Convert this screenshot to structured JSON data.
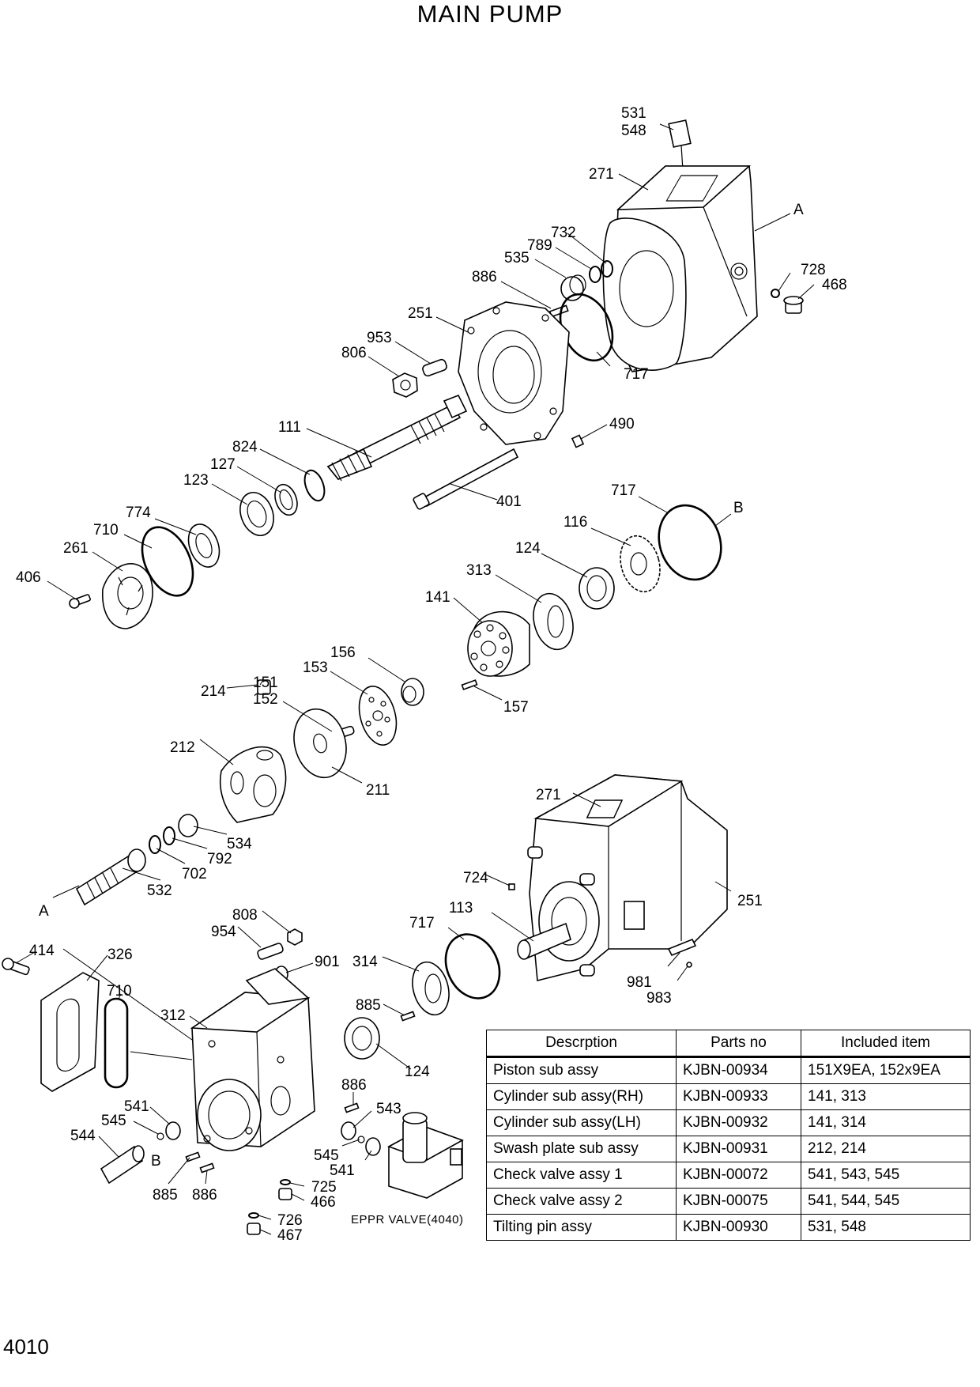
{
  "title": "MAIN PUMP",
  "page_number": "4010",
  "diagram": {
    "callouts": [
      {
        "id": "531",
        "text": "531"
      },
      {
        "id": "548",
        "text": "548"
      },
      {
        "id": "271a",
        "text": "271"
      },
      {
        "id": "Aa",
        "text": "A"
      },
      {
        "id": "732",
        "text": "732"
      },
      {
        "id": "789",
        "text": "789"
      },
      {
        "id": "535",
        "text": "535"
      },
      {
        "id": "728",
        "text": "728"
      },
      {
        "id": "468",
        "text": "468"
      },
      {
        "id": "886a",
        "text": "886"
      },
      {
        "id": "251a",
        "text": "251"
      },
      {
        "id": "953",
        "text": "953"
      },
      {
        "id": "806",
        "text": "806"
      },
      {
        "id": "717a",
        "text": "717"
      },
      {
        "id": "111",
        "text": "111"
      },
      {
        "id": "490",
        "text": "490"
      },
      {
        "id": "824",
        "text": "824"
      },
      {
        "id": "127",
        "text": "127"
      },
      {
        "id": "123",
        "text": "123"
      },
      {
        "id": "401",
        "text": "401"
      },
      {
        "id": "717b",
        "text": "717"
      },
      {
        "id": "Ba",
        "text": "B"
      },
      {
        "id": "774",
        "text": "774"
      },
      {
        "id": "710a",
        "text": "710"
      },
      {
        "id": "116",
        "text": "116"
      },
      {
        "id": "261",
        "text": "261"
      },
      {
        "id": "124a",
        "text": "124"
      },
      {
        "id": "406",
        "text": "406"
      },
      {
        "id": "313",
        "text": "313"
      },
      {
        "id": "141",
        "text": "141"
      },
      {
        "id": "156",
        "text": "156"
      },
      {
        "id": "153",
        "text": "153"
      },
      {
        "id": "151",
        "text": "151"
      },
      {
        "id": "214",
        "text": "214"
      },
      {
        "id": "152",
        "text": "152"
      },
      {
        "id": "157",
        "text": "157"
      },
      {
        "id": "212",
        "text": "212"
      },
      {
        "id": "211",
        "text": "211"
      },
      {
        "id": "271b",
        "text": "271"
      },
      {
        "id": "534",
        "text": "534"
      },
      {
        "id": "792",
        "text": "792"
      },
      {
        "id": "702",
        "text": "702"
      },
      {
        "id": "724",
        "text": "724"
      },
      {
        "id": "532",
        "text": "532"
      },
      {
        "id": "251b",
        "text": "251"
      },
      {
        "id": "Ab",
        "text": "A"
      },
      {
        "id": "808",
        "text": "808"
      },
      {
        "id": "113",
        "text": "113"
      },
      {
        "id": "954",
        "text": "954"
      },
      {
        "id": "717c",
        "text": "717"
      },
      {
        "id": "414",
        "text": "414"
      },
      {
        "id": "326",
        "text": "326"
      },
      {
        "id": "901",
        "text": "901"
      },
      {
        "id": "314",
        "text": "314"
      },
      {
        "id": "981",
        "text": "981"
      },
      {
        "id": "710b",
        "text": "710"
      },
      {
        "id": "983",
        "text": "983"
      },
      {
        "id": "312",
        "text": "312"
      },
      {
        "id": "885a",
        "text": "885"
      },
      {
        "id": "124b",
        "text": "124"
      },
      {
        "id": "886b",
        "text": "886"
      },
      {
        "id": "541a",
        "text": "541"
      },
      {
        "id": "543",
        "text": "543"
      },
      {
        "id": "545a",
        "text": "545"
      },
      {
        "id": "544",
        "text": "544"
      },
      {
        "id": "545b",
        "text": "545"
      },
      {
        "id": "Bb",
        "text": "B"
      },
      {
        "id": "541b",
        "text": "541"
      },
      {
        "id": "725",
        "text": "725"
      },
      {
        "id": "885b",
        "text": "885"
      },
      {
        "id": "886c",
        "text": "886"
      },
      {
        "id": "466",
        "text": "466"
      },
      {
        "id": "726",
        "text": "726"
      },
      {
        "id": "467",
        "text": "467"
      }
    ],
    "eppr_label": "EPPR VALVE(4040)"
  },
  "table": {
    "headers": [
      "Descrption",
      "Parts no",
      "Included item"
    ],
    "rows": [
      {
        "description": "Piston sub assy",
        "parts_no": "KJBN-00934",
        "included": "151X9EA, 152x9EA"
      },
      {
        "description": "Cylinder sub assy(RH)",
        "parts_no": "KJBN-00933",
        "included": "141, 313"
      },
      {
        "description": "Cylinder sub assy(LH)",
        "parts_no": "KJBN-00932",
        "included": "141, 314"
      },
      {
        "description": "Swash plate sub assy",
        "parts_no": "KJBN-00931",
        "included": "212, 214"
      },
      {
        "description": "Check valve assy 1",
        "parts_no": "KJBN-00072",
        "included": "541, 543, 545"
      },
      {
        "description": "Check valve assy 2",
        "parts_no": "KJBN-00075",
        "included": "541, 544, 545"
      },
      {
        "description": "Tilting pin assy",
        "parts_no": "KJBN-00930",
        "included": "531, 548"
      }
    ]
  }
}
